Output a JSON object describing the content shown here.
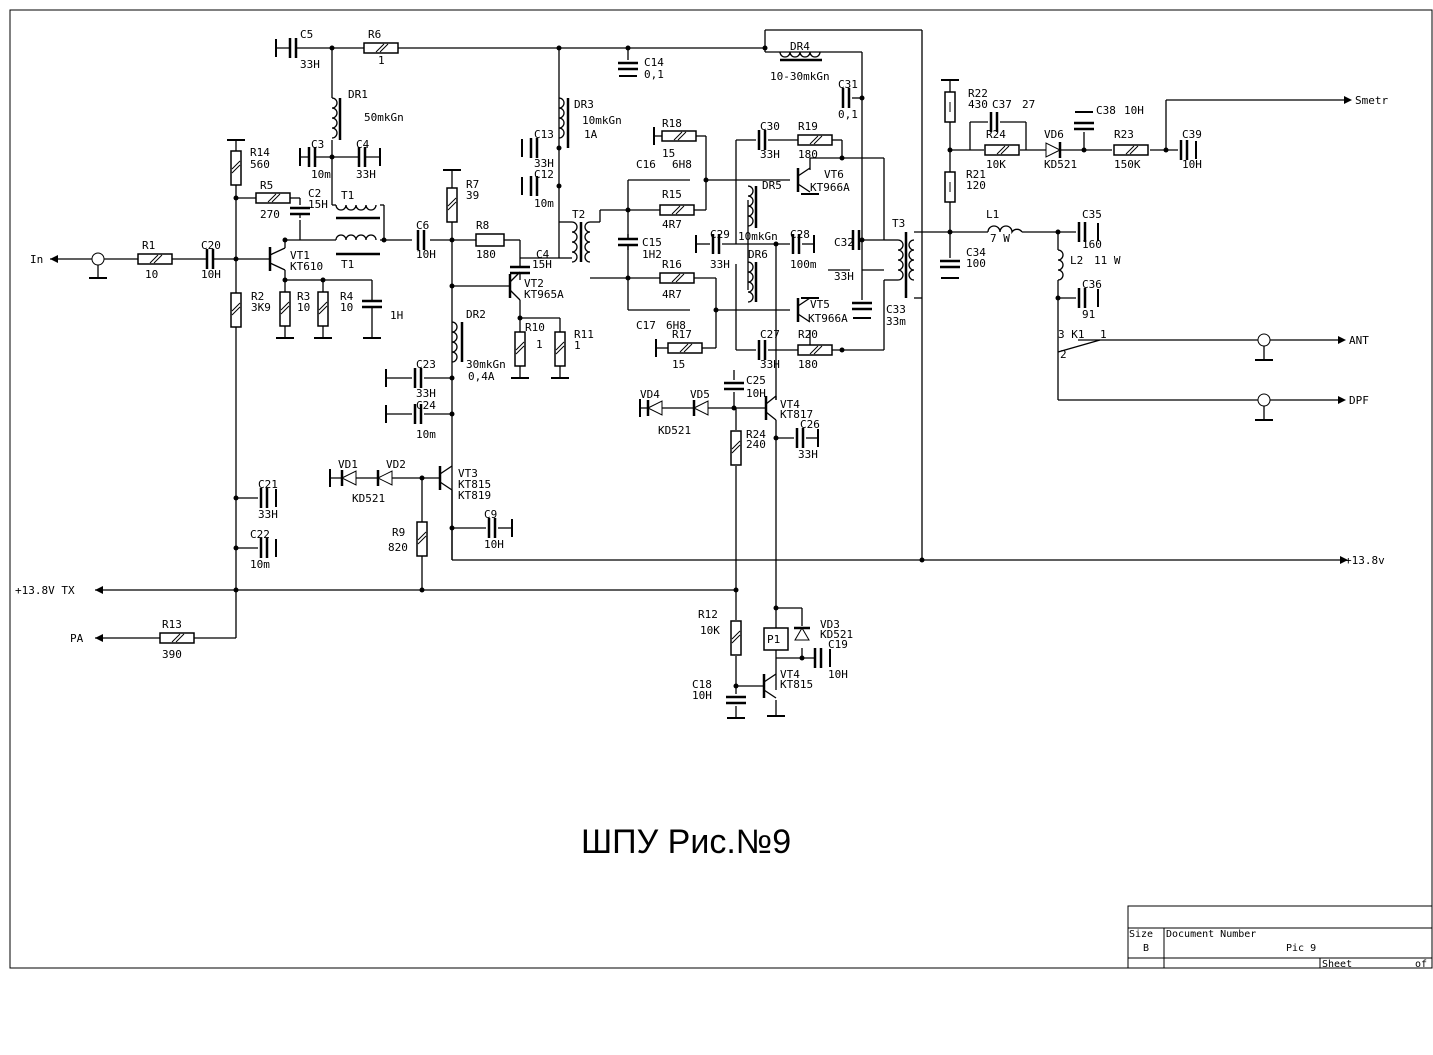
{
  "title": "ШПУ Рис.№9",
  "ports": {
    "in": "In",
    "tx": "+13.8V TX",
    "pa": "PA",
    "smetr": "Smetr",
    "ant": "ANT",
    "dpf": "DPF",
    "vcc": "+13.8v"
  },
  "title_block": {
    "size_label": "Size",
    "size_value": "B",
    "doc_label": "Document Number",
    "doc_value": "Pic 9",
    "sheet_label": "Sheet",
    "of_label": "of"
  },
  "components": {
    "R1": {
      "ref": "R1",
      "value": "10"
    },
    "C20": {
      "ref": "C20",
      "value": "10H"
    },
    "R14": {
      "ref": "R14",
      "value": "560"
    },
    "R5": {
      "ref": "R5",
      "value": "270"
    },
    "C2": {
      "ref": "C2",
      "value": "15H"
    },
    "R2": {
      "ref": "R2",
      "value": "3K9"
    },
    "R3": {
      "ref": "R3",
      "value": "10"
    },
    "R4": {
      "ref": "R4",
      "value": "10"
    },
    "C1H": {
      "value": "1H"
    },
    "VT1": {
      "ref": "VT1",
      "value": "KT610"
    },
    "T1a": {
      "ref": "T1"
    },
    "T1b": {
      "ref": "T1"
    },
    "C5": {
      "ref": "C5",
      "value": "33H"
    },
    "R6": {
      "ref": "R6",
      "value": "1"
    },
    "DR1": {
      "ref": "DR1",
      "value": "50mkGn"
    },
    "C3": {
      "ref": "C3",
      "value": "10m"
    },
    "C4a": {
      "ref": "C4",
      "value": "33H"
    },
    "C6": {
      "ref": "C6",
      "value": "10H"
    },
    "R7": {
      "ref": "R7",
      "value": "39"
    },
    "R8": {
      "ref": "R8",
      "value": "180"
    },
    "C4b": {
      "ref": "C4",
      "value": "15H"
    },
    "VT2": {
      "ref": "VT2",
      "value": "KT965A"
    },
    "R10": {
      "ref": "R10",
      "value": "1"
    },
    "R11": {
      "ref": "R11",
      "value": "1"
    },
    "DR2": {
      "ref": "DR2",
      "value": "30mkGn",
      "value2": "0,4A"
    },
    "C23": {
      "ref": "C23",
      "value": "33H"
    },
    "C24": {
      "ref": "C24",
      "value": "10m"
    },
    "VD1": {
      "ref": "VD1"
    },
    "VD2": {
      "ref": "VD2"
    },
    "KD521a": {
      "value": "KD521"
    },
    "VT3": {
      "ref": "VT3",
      "value": "KT815",
      "value2": "KT819"
    },
    "R9": {
      "ref": "R9",
      "value": "820"
    },
    "C9": {
      "ref": "C9",
      "value": "10H"
    },
    "C21": {
      "ref": "C21",
      "value": "33H"
    },
    "C22": {
      "ref": "C22",
      "value": "10m"
    },
    "R13": {
      "ref": "R13",
      "value": "390"
    },
    "C14": {
      "ref": "C14",
      "value": "0,1"
    },
    "DR3": {
      "ref": "DR3",
      "value": "10mkGn",
      "value2": "1A"
    },
    "C13": {
      "ref": "C13",
      "value": "33H"
    },
    "C12": {
      "ref": "C12",
      "value": "10m"
    },
    "T2": {
      "ref": "T2"
    },
    "R18": {
      "ref": "R18",
      "value": "15"
    },
    "C16": {
      "ref": "C16",
      "value": "6H8"
    },
    "R15": {
      "ref": "R15",
      "value": "4R7"
    },
    "C15": {
      "ref": "C15",
      "value": "1H2"
    },
    "R16": {
      "ref": "R16",
      "value": "4R7"
    },
    "C17": {
      "ref": "C17",
      "value": "6H8"
    },
    "R17": {
      "ref": "R17",
      "value": "15"
    },
    "DR4": {
      "ref": "DR4",
      "value": "10-30mkGn"
    },
    "C31": {
      "ref": "C31",
      "value": "0,1"
    },
    "C30": {
      "ref": "C30",
      "value": "33H"
    },
    "R19": {
      "ref": "R19",
      "value": "180"
    },
    "VT6": {
      "ref": "VT6",
      "value": "KT966A"
    },
    "DR5": {
      "ref": "DR5"
    },
    "C29": {
      "ref": "C29",
      "value": "33H"
    },
    "DR56": {
      "value": "10mkGn"
    },
    "C28": {
      "ref": "C28",
      "value": "100m"
    },
    "DR6": {
      "ref": "DR6"
    },
    "VT5": {
      "ref": "VT5",
      "value": "KT966A"
    },
    "C27": {
      "ref": "C27",
      "value": "33H"
    },
    "R20": {
      "ref": "R20",
      "value": "180"
    },
    "C32": {
      "ref": "C32",
      "value": "33H"
    },
    "C33": {
      "ref": "C33",
      "value": "33m"
    },
    "T3": {
      "ref": "T3"
    },
    "VD4": {
      "ref": "VD4"
    },
    "VD5": {
      "ref": "VD5"
    },
    "KD521b": {
      "value": "KD521"
    },
    "C25": {
      "ref": "C25",
      "value": "10H"
    },
    "VT4a": {
      "ref": "VT4",
      "value": "KT817"
    },
    "R24a": {
      "ref": "R24",
      "value": "240"
    },
    "C26": {
      "ref": "C26",
      "value": "33H"
    },
    "R12": {
      "ref": "R12",
      "value": "10K"
    },
    "C18": {
      "ref": "C18",
      "value": "10H"
    },
    "VT4b": {
      "ref": "VT4",
      "value": "KT815"
    },
    "P1": {
      "ref": "P1"
    },
    "VD3": {
      "ref": "VD3",
      "value": "KD521"
    },
    "C19": {
      "ref": "C19",
      "value": "10H"
    },
    "R22": {
      "ref": "R22",
      "value": "430"
    },
    "C37": {
      "ref": "C37",
      "value": "27"
    },
    "R24b": {
      "ref": "R24",
      "value": "10K"
    },
    "VD6": {
      "ref": "VD6",
      "value": "KD521"
    },
    "C38": {
      "ref": "C38",
      "value": "10H"
    },
    "R23": {
      "ref": "R23",
      "value": "150K"
    },
    "C39": {
      "ref": "C39",
      "value": "10H"
    },
    "R21": {
      "ref": "R21",
      "value": "120"
    },
    "C34": {
      "ref": "C34",
      "value": "100"
    },
    "L1": {
      "ref": "L1",
      "value": "7 W"
    },
    "C35": {
      "ref": "C35",
      "value": "160"
    },
    "L2": {
      "ref": "L2",
      "value": "11 W"
    },
    "C36": {
      "ref": "C36",
      "value": "91"
    },
    "K1": {
      "ref": "3 K1",
      "pin1": "1",
      "pin2": "2"
    }
  }
}
